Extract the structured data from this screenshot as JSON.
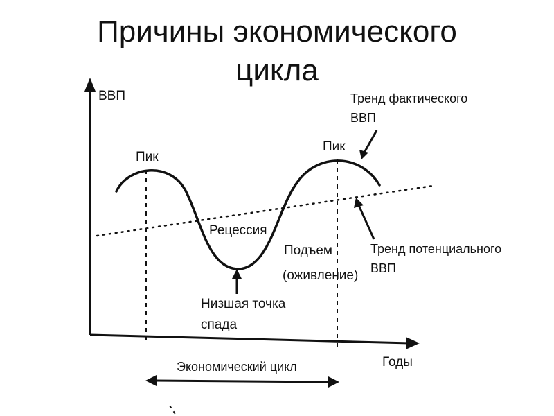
{
  "title": {
    "line1": "Причины экономического",
    "line2": "цикла"
  },
  "diagram": {
    "y_axis_label": "ВВП",
    "x_axis_label": "Годы",
    "peak_left": "Пик",
    "peak_right": "Пик",
    "recession": "Рецессия",
    "recovery_line1": "Подъем",
    "recovery_line2": "(оживление)",
    "trough_line1": "Низшая точка",
    "trough_line2": "спада",
    "actual_trend_line1": "Тренд фактического",
    "actual_trend_line2": "ВВП",
    "potential_trend_line1": "Тренд потенциального",
    "potential_trend_line2": "ВВП",
    "cycle_label": "Экономический цикл"
  },
  "colors": {
    "ink": "#111111",
    "background": "#ffffff"
  }
}
